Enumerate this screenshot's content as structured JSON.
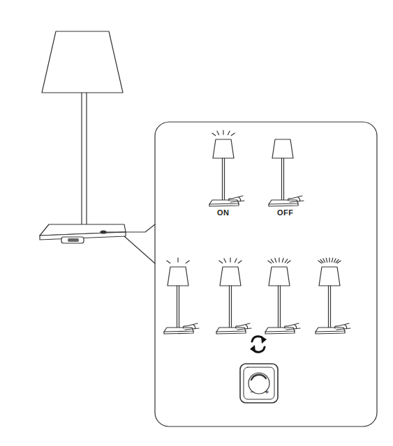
{
  "diagram": {
    "labels": [
      "ON",
      "OFF",
      "−",
      "+"
    ]
  }
}
